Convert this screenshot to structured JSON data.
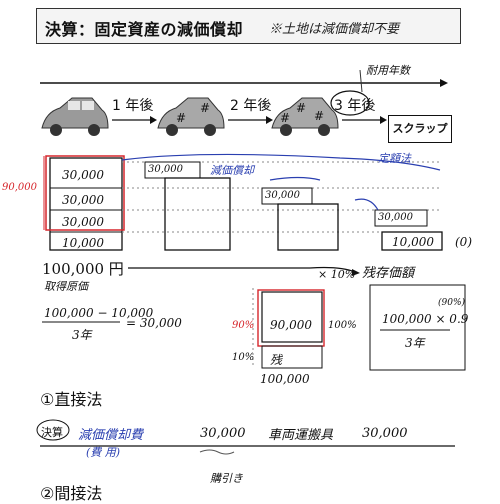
{
  "header": {
    "title": "決算：固定資産の減価償却",
    "note": "※土地は減価償却不要"
  },
  "timeline": {
    "useful_life_label": "耐用年数",
    "after_1": "1 年後",
    "after_2": "2 年後",
    "after_3": "3 年後",
    "scrap": "スクラップ"
  },
  "diagram": {
    "box_vals": [
      "30,000",
      "30,000",
      "30,000"
    ],
    "salvage": "10,000",
    "left_sum": "90,000",
    "dep_label": "減価償却",
    "method_label": "定額法",
    "step1_val": "30,000",
    "step2_val": "30,000",
    "step3_val": "30,000",
    "final_val": "10,000",
    "final_paren": "(0)",
    "original_cost": "100,000 円",
    "original_cost_label": "取得原価",
    "ten_pct": "× 10%",
    "residual_label": "残存価額"
  },
  "formula": {
    "numerator": "100,000 − 10,000",
    "denominator": "3年",
    "result": "= 30,000",
    "pct90": "90%",
    "pct10": "10%",
    "box90": "90,000",
    "box10": "残",
    "pct100": "100%",
    "below": "100,000",
    "right_top": "(90%)",
    "right_num": "100,000 × 0.9",
    "right_den": "3年"
  },
  "methods": {
    "direct": "①直接法",
    "indirect": "②間接法",
    "kessan": "決算",
    "debit": "減価償却費",
    "debit_sub": "(費 用)",
    "debit_amt": "30,000",
    "credit": "車両運搬具",
    "credit_amt": "30,000",
    "bottom_note": "購引き"
  }
}
